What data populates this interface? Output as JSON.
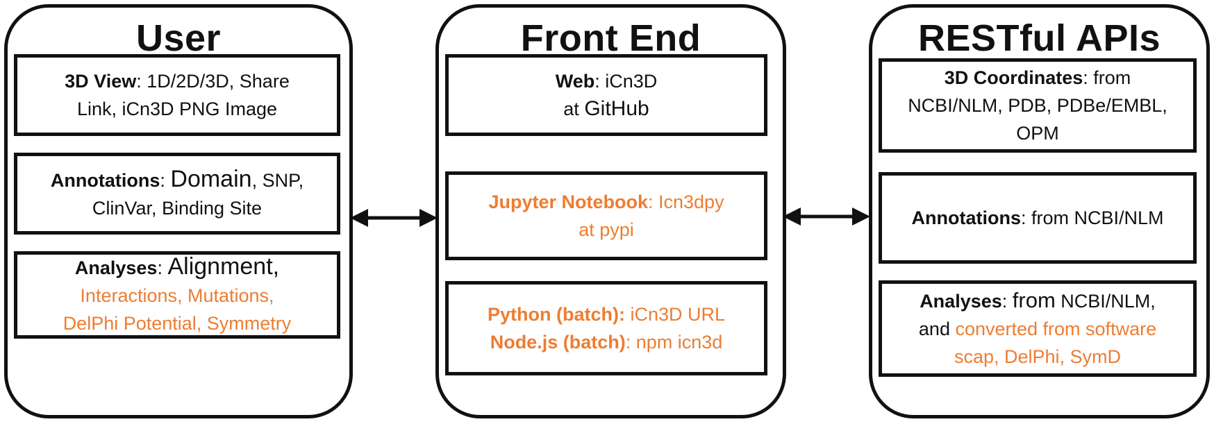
{
  "panels": {
    "user": {
      "title": "User",
      "view": {
        "label": "3D View",
        "sep": ": ",
        "text1": "1D/2D/3D, Share",
        "text2": "Link, iCn3D PNG Image"
      },
      "annotations": {
        "label": "Annotations",
        "sep": ":  ",
        "domain": "Domain",
        "snp": ", SNP,",
        "line2": "ClinVar, Binding Site"
      },
      "analyses": {
        "label": "Analyses",
        "sep": ": ",
        "alignment": "Alignment,",
        "line2": "Interactions, Mutations,",
        "line3": "DelPhi Potential, Symmetry"
      }
    },
    "frontend": {
      "title": "Front End",
      "web": {
        "label": "Web",
        "sep": ": iCn3D",
        "line2a": "at ",
        "github": "GitHub"
      },
      "jupyter": {
        "label": "Jupyter Notebook",
        "sep": ":  Icn3dpy",
        "line2": "at pypi"
      },
      "batch": {
        "python_label": "Python (batch):",
        "python_text": " iCn3D URL",
        "node_label": "Node.js (batch)",
        "node_text": ": npm icn3d"
      }
    },
    "apis": {
      "title": "RESTful APIs",
      "coords": {
        "label": "3D Coordinates",
        "sep": ":  from",
        "line2": "NCBI/NLM, PDB, PDBe/EMBL,",
        "line3": "OPM"
      },
      "annotations": {
        "label": "Annotations",
        "sep": ":  from NCBI/NLM"
      },
      "analyses": {
        "label": "Analyses",
        "sep": ": ",
        "from": "from",
        "ncbi": " NCBI/NLM,",
        "line2a": "and ",
        "line2b": "converted  from software",
        "line3": "scap, DelPhi, SymD"
      }
    }
  },
  "colors": {
    "accent": "#ED7D31",
    "stroke": "#111111"
  }
}
